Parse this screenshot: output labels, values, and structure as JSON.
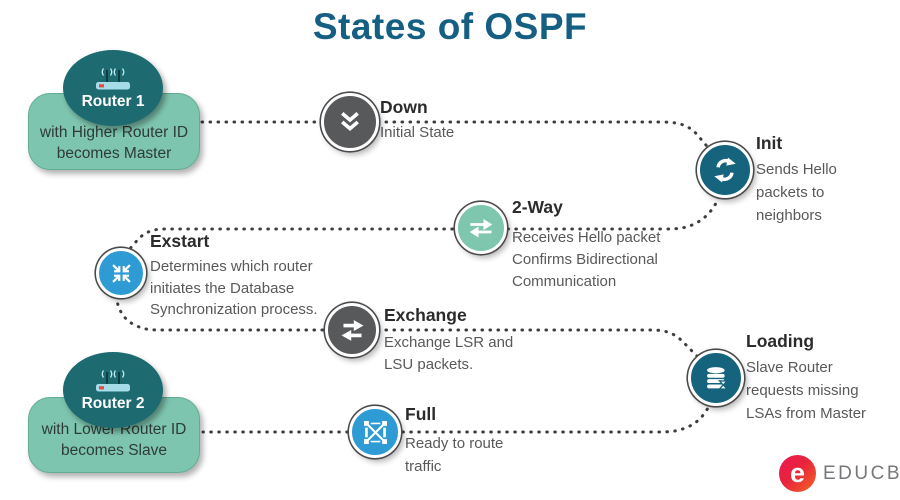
{
  "title": "States of OSPF",
  "routers": [
    {
      "name": "Router 1",
      "description": "with Higher Router ID becomes Master",
      "icon": "wireless-router-icon"
    },
    {
      "name": "Router 2",
      "description": "with Lower Router ID becomes Slave",
      "icon": "wireless-router-icon"
    }
  ],
  "states": [
    {
      "name": "Down",
      "description": "Initial State",
      "icon": "chevrons-down-icon",
      "color": "#58595B"
    },
    {
      "name": "Init",
      "description": "Sends Hello packets to neighbors",
      "icon": "sync-arrows-icon",
      "color": "#16637E"
    },
    {
      "name": "2-Way",
      "description": "Receives Hello packet Confirms Bidirectional Communication",
      "icon": "bidirectional-arrows-icon",
      "color": "#7FC6AF"
    },
    {
      "name": "Exstart",
      "description": "Determines which router initiates the Database Synchronization process.",
      "icon": "collapse-arrows-icon",
      "color": "#2E9BD5"
    },
    {
      "name": "Exchange",
      "description": "Exchange LSR and LSU packets.",
      "icon": "exchange-arrows-icon",
      "color": "#58595B"
    },
    {
      "name": "Loading",
      "description": "Slave Router requests missing LSAs from Master",
      "icon": "database-hourglass-icon",
      "color": "#16637E"
    },
    {
      "name": "Full",
      "description": "Ready to route traffic",
      "icon": "mesh-x-icon",
      "color": "#2E9BD5"
    }
  ],
  "logo": {
    "mark": "e",
    "text": "EDUCBA"
  },
  "palette": {
    "title": "#155F82",
    "connector": "#3E3E3E",
    "router_ellipse": "#1D6A70",
    "router_box": "#7EC5AF",
    "state_gray": "#58595B",
    "state_teal": "#16637E",
    "state_blue": "#2E9BD5",
    "state_seafoam": "#7FC6AF",
    "logo_red": "#EC1C4B",
    "logo_orange": "#F05A28",
    "logo_text": "#77787B"
  }
}
